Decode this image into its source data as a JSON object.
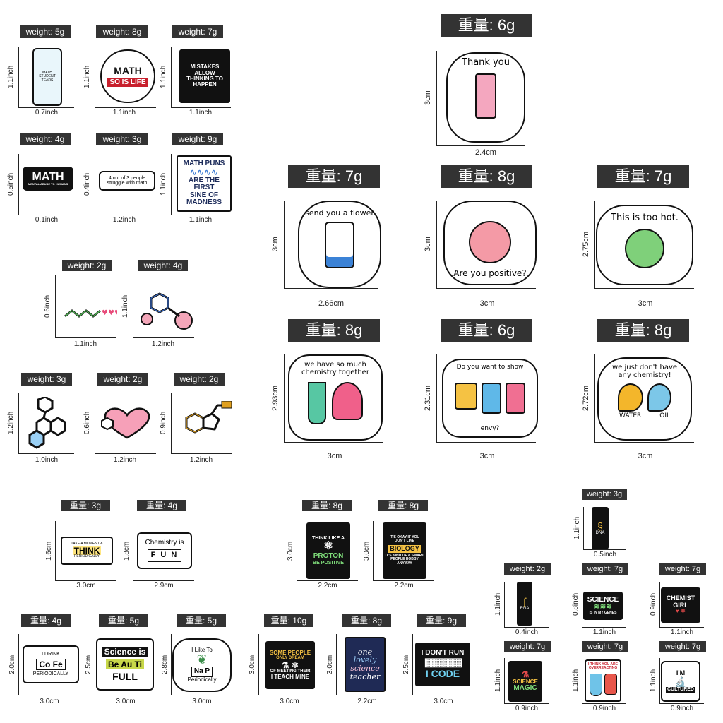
{
  "top_left": [
    {
      "weight": "weight: 5g",
      "height": "1.1inch",
      "width": "0.7inch",
      "art": [
        "MATH",
        "STUDENT",
        "TEARS"
      ]
    },
    {
      "weight": "weight: 8g",
      "height": "1.1inch",
      "width": "1.1inch",
      "art": [
        "MATH",
        "SO IS LIFE"
      ]
    },
    {
      "weight": "weight: 7g",
      "height": "1.1inch",
      "width": "1.1inch",
      "art": [
        "MISTAKES",
        "ALLOW",
        "THINKING TO",
        "HAPPEN"
      ]
    },
    {
      "weight": "weight: 4g",
      "height": "0.5inch",
      "width": "0.1inch",
      "art": [
        "MATH",
        "MENTAL ABUSE TO HUMANS"
      ]
    },
    {
      "weight": "weight: 3g",
      "height": "0.4inch",
      "width": "1.2inch",
      "art": [
        "4 out of 3 people",
        "struggle with math"
      ]
    },
    {
      "weight": "weight: 9g",
      "height": "1.1inch",
      "width": "1.1inch",
      "art": [
        "MATH PUNS",
        "ARE THE FIRST",
        "SINE OF MADNESS"
      ]
    }
  ],
  "mid_left": [
    {
      "weight": "weight: 2g",
      "height": "0.6inch",
      "width": "1.1inch"
    },
    {
      "weight": "weight: 4g",
      "height": "1.1inch",
      "width": "1.2inch"
    },
    {
      "weight": "weight: 3g",
      "height": "1.2inch",
      "width": "1.0inch"
    },
    {
      "weight": "weight: 2g",
      "height": "0.6inch",
      "width": "1.2inch"
    },
    {
      "weight": "weight: 2g",
      "height": "0.9inch",
      "width": "1.2inch"
    }
  ],
  "big": [
    {
      "weight": "重量: 6g",
      "height": "3cm",
      "width": "2.4cm",
      "art": [
        "Thank you"
      ]
    },
    {
      "weight": "重量: 7g",
      "height": "3cm",
      "width": "2.66cm",
      "art": [
        "send you a flower"
      ]
    },
    {
      "weight": "重量: 8g",
      "height": "3cm",
      "width": "3cm",
      "art": [
        "Are you positive?"
      ]
    },
    {
      "weight": "重量: 7g",
      "height": "2.75cm",
      "width": "3cm",
      "art": [
        "This is too hot."
      ]
    },
    {
      "weight": "重量: 8g",
      "height": "2.93cm",
      "width": "3cm",
      "art": [
        "we have so much",
        "chemistry together"
      ]
    },
    {
      "weight": "重量: 6g",
      "height": "2.31cm",
      "width": "3cm",
      "art": [
        "Do you want to show",
        "envy?"
      ]
    },
    {
      "weight": "重量: 8g",
      "height": "2.72cm",
      "width": "3cm",
      "art": [
        "we just don't have",
        "any chemistry!",
        "WATER",
        "OIL"
      ]
    }
  ],
  "bottom": [
    {
      "weight": "重量: 3g",
      "height": "1.6cm",
      "width": "3.0cm",
      "art": [
        "TAKE A MOMENT &",
        "THINK",
        "PERIODICALLY"
      ]
    },
    {
      "weight": "重量: 4g",
      "height": "1.8cm",
      "width": "2.9cm",
      "art": [
        "Chemistry is",
        "F U N"
      ]
    },
    {
      "weight": "重量: 8g",
      "height": "3.0cm",
      "width": "2.2cm",
      "art": [
        "THINK LIKE A",
        "PROTON",
        "BE POSITIVE"
      ]
    },
    {
      "weight": "重量: 8g",
      "height": "3.0cm",
      "width": "2.2cm",
      "art": [
        "IT'S OKAY IF YOU",
        "DON'T LIKE",
        "BIOLOGY",
        "IT'S KIND OF A SMART",
        "PEOPLE HOBBY ANYWAY"
      ]
    },
    {
      "weight": "重量: 4g",
      "height": "2.0cm",
      "width": "3.0cm",
      "art": [
        "I DRINK",
        "Co Fe",
        "PERIODICALLY"
      ]
    },
    {
      "weight": "重量: 5g",
      "height": "2.5cm",
      "width": "3.0cm",
      "art": [
        "Science is",
        "Be Au Ti",
        "FULL"
      ]
    },
    {
      "weight": "重量: 5g",
      "height": "2.8cm",
      "width": "3.0cm",
      "art": [
        "I Like To",
        "Na P",
        "Periodically"
      ]
    },
    {
      "weight": "重量: 10g",
      "height": "3.0cm",
      "width": "3.0cm",
      "art": [
        "SOME PEOPLE",
        "ONLY DREAM",
        "OF MEETING THEIR",
        "I TEACH MINE"
      ]
    },
    {
      "weight": "重量: 8g",
      "height": "3.0cm",
      "width": "2.2cm",
      "art": [
        "one",
        "lovely",
        "science",
        "teacher"
      ]
    },
    {
      "weight": "重量: 9g",
      "height": "2.5cm",
      "width": "3.0cm",
      "art": [
        "I DON'T RUN",
        "I CODE"
      ]
    }
  ],
  "bottom_right": [
    {
      "weight": "weight: 3g",
      "height": "1.1inch",
      "width": "0.5inch",
      "art": [
        "DNA"
      ]
    },
    {
      "weight": "weight: 2g",
      "height": "1.1inch",
      "width": "0.4inch",
      "art": [
        "RNA"
      ]
    },
    {
      "weight": "weight: 7g",
      "height": "0.8inch",
      "width": "1.1inch",
      "art": [
        "SCIENCE",
        "IS IN MY GENES"
      ]
    },
    {
      "weight": "weight: 7g",
      "height": "0.9inch",
      "width": "1.1inch",
      "art": [
        "CHEMIST",
        "GIRL"
      ]
    },
    {
      "weight": "weight: 7g",
      "height": "1.1inch",
      "width": "0.9inch",
      "art": [
        "SCIENCE",
        "MAGIC"
      ]
    },
    {
      "weight": "weight: 7g",
      "height": "1.1inch",
      "width": "0.9inch",
      "art": [
        "I THINK YOU ARE",
        "OVERREACTING"
      ]
    },
    {
      "weight": "weight: 7g",
      "height": "1.1inch",
      "width": "0.9inch",
      "art": [
        "I'M",
        "CULTURED"
      ]
    }
  ]
}
